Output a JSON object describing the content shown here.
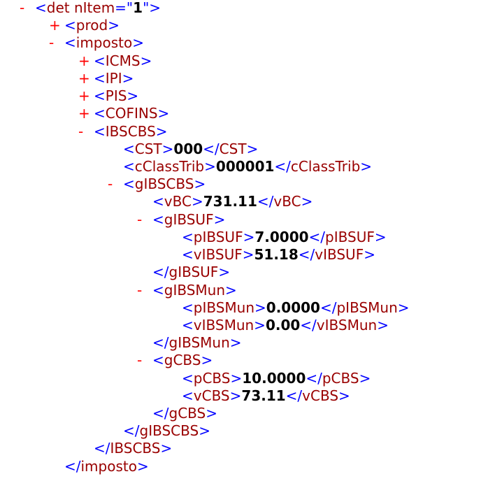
{
  "colors": {
    "marker": "#ff0000",
    "bracket": "#0000ff",
    "tag": "#990000",
    "value": "#000000"
  },
  "lines": [
    {
      "level": 0,
      "kind": "open",
      "marker": "-",
      "name": "det",
      "attr_name": "nItem",
      "attr_value": "1"
    },
    {
      "level": 1,
      "kind": "open",
      "marker": "+",
      "name": "prod"
    },
    {
      "level": 1,
      "kind": "open",
      "marker": "-",
      "name": "imposto"
    },
    {
      "level": 2,
      "kind": "open",
      "marker": "+",
      "name": "ICMS"
    },
    {
      "level": 2,
      "kind": "open",
      "marker": "+",
      "name": "IPI"
    },
    {
      "level": 2,
      "kind": "open",
      "marker": "+",
      "name": "PIS"
    },
    {
      "level": 2,
      "kind": "open",
      "marker": "+",
      "name": "COFINS"
    },
    {
      "level": 2,
      "kind": "open",
      "marker": "-",
      "name": "IBSCBS"
    },
    {
      "level": 3,
      "kind": "leaf",
      "name": "CST",
      "value": "000"
    },
    {
      "level": 3,
      "kind": "leaf",
      "name": "cClassTrib",
      "value": "000001"
    },
    {
      "level": 3,
      "kind": "open",
      "marker": "-",
      "name": "gIBSCBS"
    },
    {
      "level": 4,
      "kind": "leaf",
      "name": "vBC",
      "value": "731.11"
    },
    {
      "level": 4,
      "kind": "open",
      "marker": "-",
      "name": "gIBSUF"
    },
    {
      "level": 5,
      "kind": "leaf",
      "name": "pIBSUF",
      "value": "7.0000"
    },
    {
      "level": 5,
      "kind": "leaf",
      "name": "vIBSUF",
      "value": "51.18"
    },
    {
      "level": 4,
      "kind": "close",
      "name": "gIBSUF"
    },
    {
      "level": 4,
      "kind": "open",
      "marker": "-",
      "name": "gIBSMun"
    },
    {
      "level": 5,
      "kind": "leaf",
      "name": "pIBSMun",
      "value": "0.0000"
    },
    {
      "level": 5,
      "kind": "leaf",
      "name": "vIBSMun",
      "value": "0.00"
    },
    {
      "level": 4,
      "kind": "close",
      "name": "gIBSMun"
    },
    {
      "level": 4,
      "kind": "open",
      "marker": "-",
      "name": "gCBS"
    },
    {
      "level": 5,
      "kind": "leaf",
      "name": "pCBS",
      "value": "10.0000"
    },
    {
      "level": 5,
      "kind": "leaf",
      "name": "vCBS",
      "value": "73.11"
    },
    {
      "level": 4,
      "kind": "close",
      "name": "gCBS"
    },
    {
      "level": 3,
      "kind": "close",
      "name": "gIBSCBS"
    },
    {
      "level": 2,
      "kind": "close",
      "name": "IBSCBS"
    },
    {
      "level": 1,
      "kind": "close",
      "name": "imposto"
    }
  ]
}
